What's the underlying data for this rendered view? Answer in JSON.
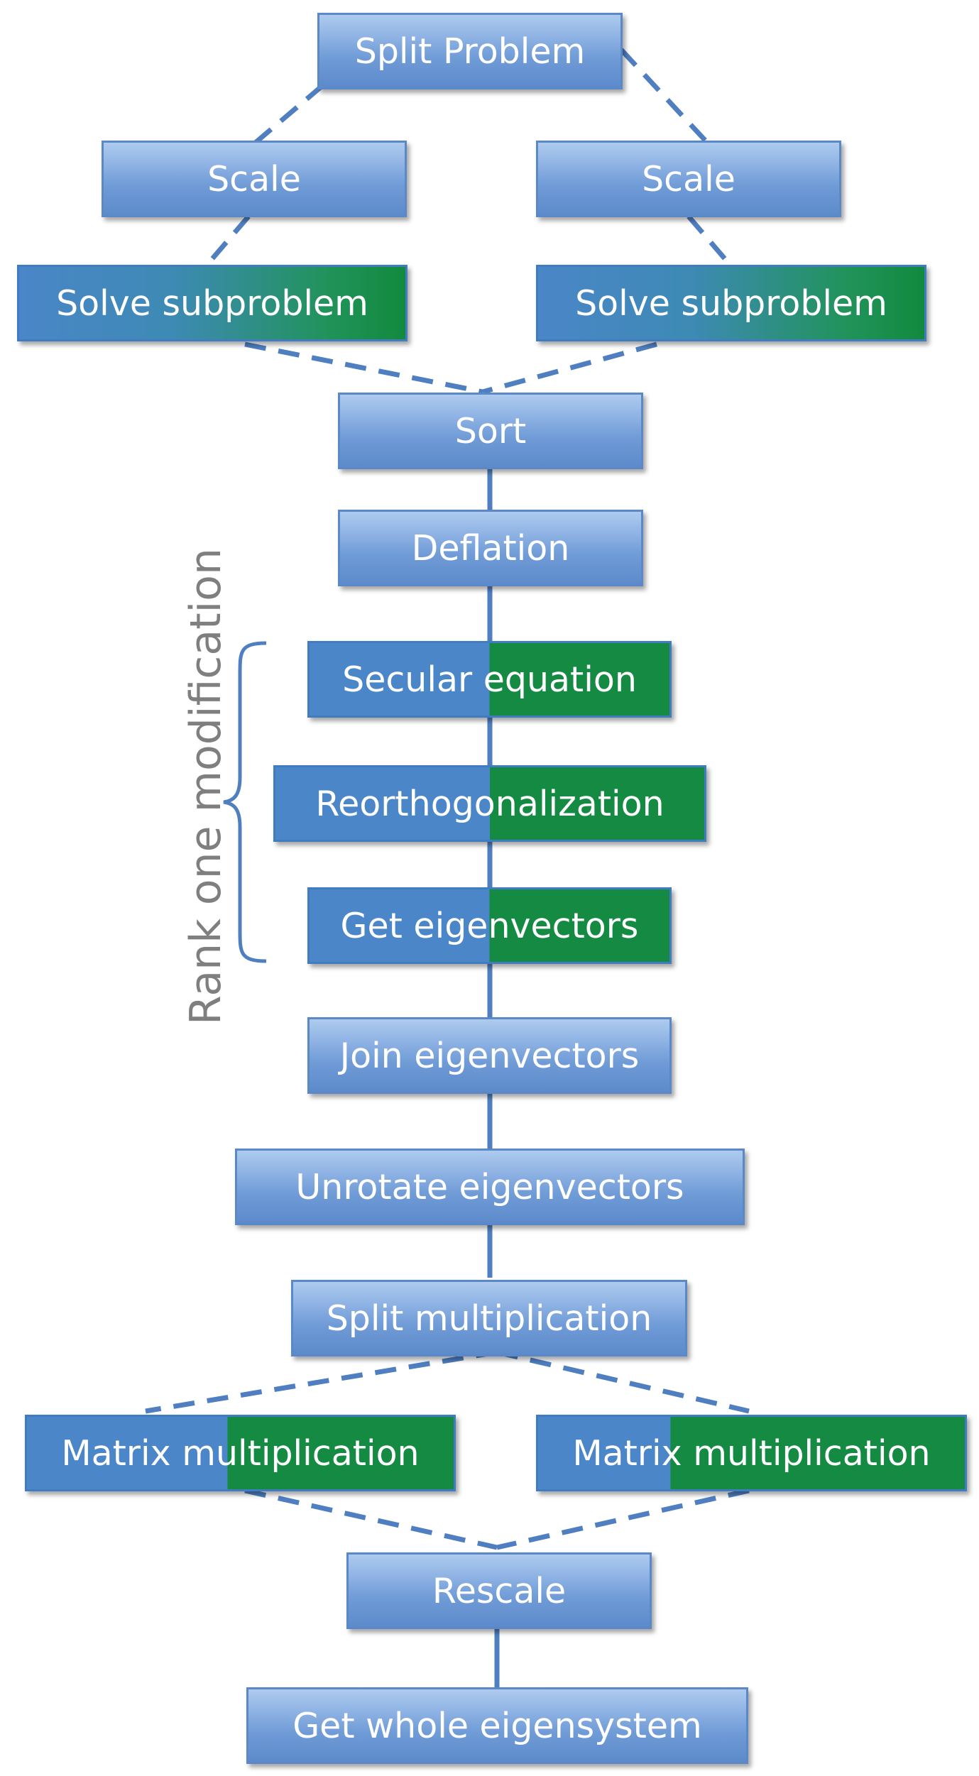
{
  "nodes": {
    "split_problem": "Split Problem",
    "scale_left": "Scale",
    "scale_right": "Scale",
    "solve_left": "Solve subproblem",
    "solve_right": "Solve subproblem",
    "sort": "Sort",
    "deflation": "Deflation",
    "secular": "Secular equation",
    "reorth": "Reorthogonalization",
    "get_eigenvectors": "Get eigenvectors",
    "join_eigenvectors": "Join eigenvectors",
    "unrotate": "Unrotate eigenvectors",
    "split_mult": "Split multiplication",
    "matmul_left": "Matrix multiplication",
    "matmul_right": "Matrix multiplication",
    "rescale": "Rescale",
    "whole": "Get whole eigensystem"
  },
  "annotation": {
    "rank_one": "Rank one modification"
  },
  "colors": {
    "box_blue": "#6f9bd6",
    "box_border": "#5b88c6",
    "accent_green": "#158a42",
    "connector": "#4f7fc0",
    "annotation_text": "#7f7f7f"
  }
}
